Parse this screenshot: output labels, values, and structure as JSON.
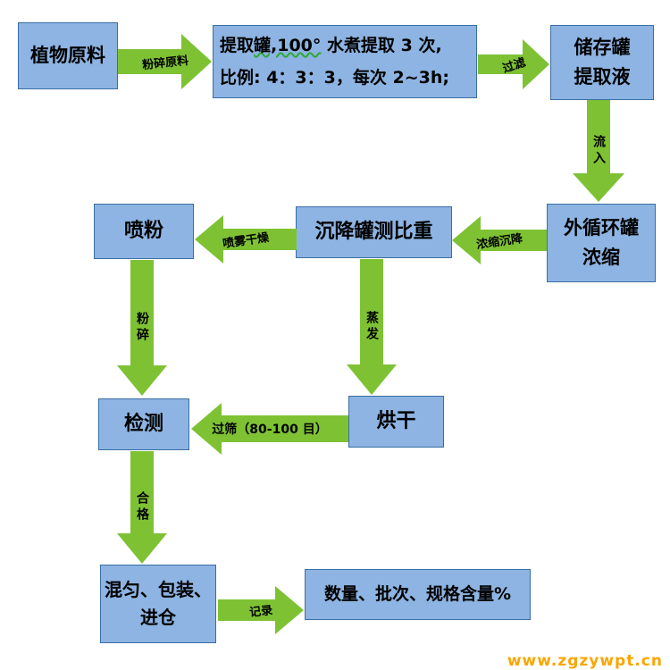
{
  "colors": {
    "box": "#8DB4E2",
    "box_border": "#3A6EA5",
    "arrow": "#7EC234",
    "text": "#000000",
    "watermark": "#F9A602"
  },
  "watermark": {
    "text": "www.zgzywpt.cn"
  },
  "flowchart": {
    "nodes": {
      "plant_material": {
        "line1": "植物原料"
      },
      "extraction_tank": {
        "line1_pre": "提取",
        "line1_wavy": "罐,100°",
        "line1_post": " 水煮提取 3 次,",
        "line2": "比例: 4：3：3，每次 2~3h;"
      },
      "storage_tank": {
        "line1": "储存罐",
        "line2": "提取液"
      },
      "circulation_tank": {
        "line1": "外循环罐",
        "line2": "浓缩"
      },
      "settling_tank": {
        "line1": "沉降罐测比重"
      },
      "spray_powder": {
        "line1": "喷粉"
      },
      "drying": {
        "line1": "烘干"
      },
      "testing": {
        "line1": "检测"
      },
      "packaging": {
        "line1": "混匀、包装、",
        "line2": "进仓"
      },
      "record_info": {
        "line1": "数量、批次、规格含量%"
      }
    },
    "arrows": {
      "crush_raw": {
        "label": "粉碎原料"
      },
      "filter": {
        "label": "过滤"
      },
      "flow_in": {
        "label": "流入"
      },
      "concentrate_settle": {
        "label": "浓缩沉降"
      },
      "spray_dry": {
        "label": "喷雾干燥"
      },
      "crush": {
        "label": "粉碎"
      },
      "evaporate": {
        "label": "蒸发"
      },
      "sieve": {
        "label": "过筛（80-100 目）"
      },
      "qualified": {
        "label": "合格"
      },
      "record": {
        "label": "记录"
      }
    }
  }
}
